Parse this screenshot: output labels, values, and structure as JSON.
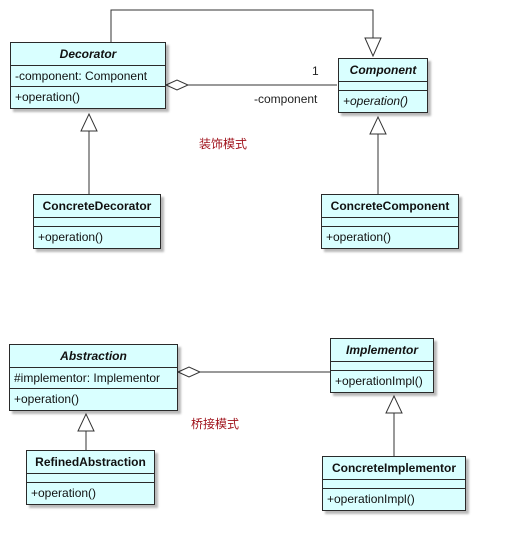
{
  "decorator_pattern": {
    "title": "装饰模式",
    "decorator": {
      "name": "Decorator",
      "attribute": "-component: Component",
      "operation": "+operation()"
    },
    "component": {
      "name": "Component",
      "operation": "+operation()"
    },
    "concrete_decorator": {
      "name": "ConcreteDecorator",
      "operation": "+operation()"
    },
    "concrete_component": {
      "name": "ConcreteComponent",
      "operation": "+operation()"
    },
    "association": {
      "multiplicity": "1",
      "role": "-component"
    }
  },
  "bridge_pattern": {
    "title": "桥接模式",
    "abstraction": {
      "name": "Abstraction",
      "attribute": "#implementor: Implementor",
      "operation": "+operation()"
    },
    "implementor": {
      "name": "Implementor",
      "operation": "+operationImpl()"
    },
    "refined_abstraction": {
      "name": "RefinedAbstraction",
      "operation": "+operation()"
    },
    "concrete_implementor": {
      "name": "ConcreteImplementor",
      "operation": "+operationImpl()"
    }
  },
  "colors": {
    "class_fill": "#d9ffff",
    "border": "#2a2a2a",
    "title_text": "#a0131c"
  }
}
